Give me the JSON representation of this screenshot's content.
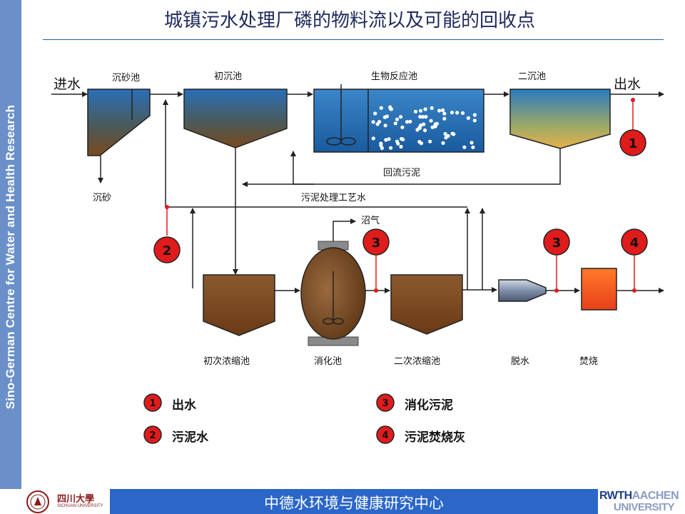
{
  "slide": {
    "title": "城镇污水处理厂磷的物料流以及可能的回收点",
    "sidebar_text": "Sino-German Centre for Water and Health Research"
  },
  "diagram": {
    "inflow_label": "进水",
    "outflow_label": "出水",
    "grit_chamber": "沉砂池",
    "grit": "沉砂",
    "primary_clarifier": "初沉池",
    "bioreactor": "生物反应池",
    "secondary_clarifier": "二沉池",
    "return_sludge": "回流污泥",
    "sludge_process_water": "污泥处理工艺水",
    "biogas": "沼气",
    "primary_thickener": "初次浓缩池",
    "digester": "消化池",
    "secondary_thickener": "二次浓缩池",
    "dewatering": "脱水",
    "incineration": "焚烧",
    "markers": [
      "1",
      "2",
      "3",
      "3",
      "4"
    ]
  },
  "legend": [
    {
      "num": "1",
      "label": "出水"
    },
    {
      "num": "2",
      "label": "污泥水"
    },
    {
      "num": "3",
      "label": "消化污泥"
    },
    {
      "num": "4",
      "label": "污泥焚烧灰"
    }
  ],
  "footer": {
    "center_name": "中德水环境与健康研究中心",
    "university_cn": "四川大學",
    "university_en": "SICHUAN UNIVERSITY",
    "rwth_a": "RWTH",
    "rwth_b": "AACHEN",
    "rwth_c": "UNIVERSITY"
  },
  "colors": {
    "sidebar": "#6a8fc9",
    "footer_bar": "#2b66c9",
    "marker_red": "#e01b1b",
    "tank_sludge": "#7a4a22",
    "water_blue": "#1f66b5"
  }
}
